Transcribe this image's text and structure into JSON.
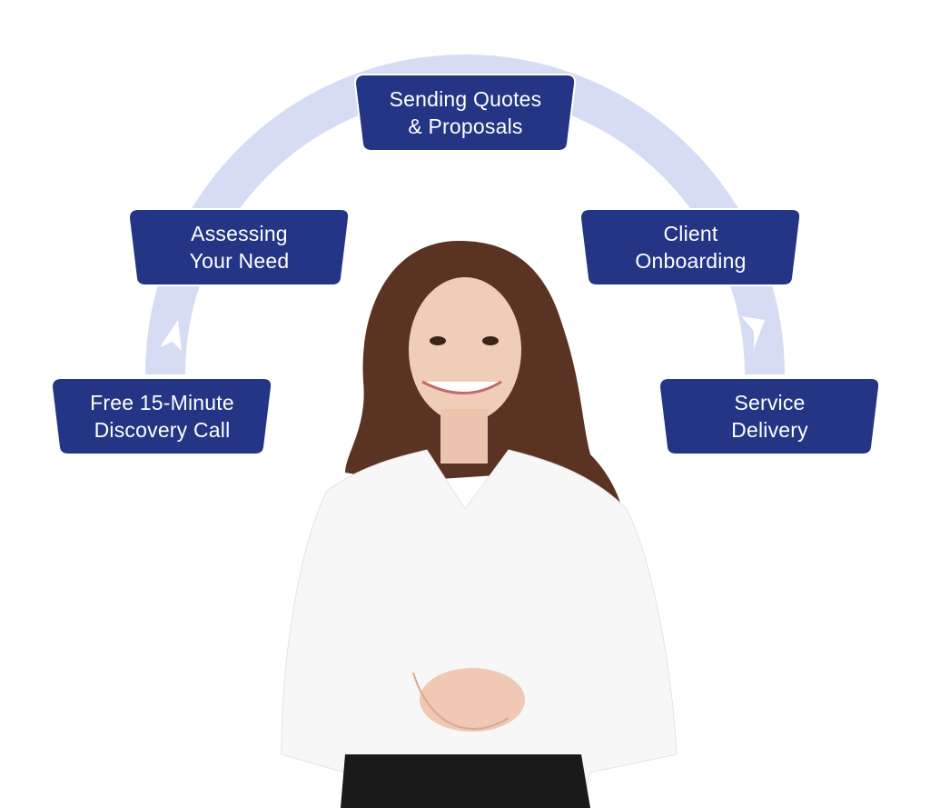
{
  "colors": {
    "box": "#233584",
    "arc": "#d6dcf3",
    "arrow": "#ffffff"
  },
  "steps": [
    {
      "line1": "Free 15-Minute",
      "line2": "Discovery Call"
    },
    {
      "line1": "Assessing",
      "line2": "Your Need"
    },
    {
      "line1": "Sending Quotes",
      "line2": "& Proposals"
    },
    {
      "line1": "Client",
      "line2": "Onboarding"
    },
    {
      "line1": "Service",
      "line2": "Delivery"
    }
  ]
}
